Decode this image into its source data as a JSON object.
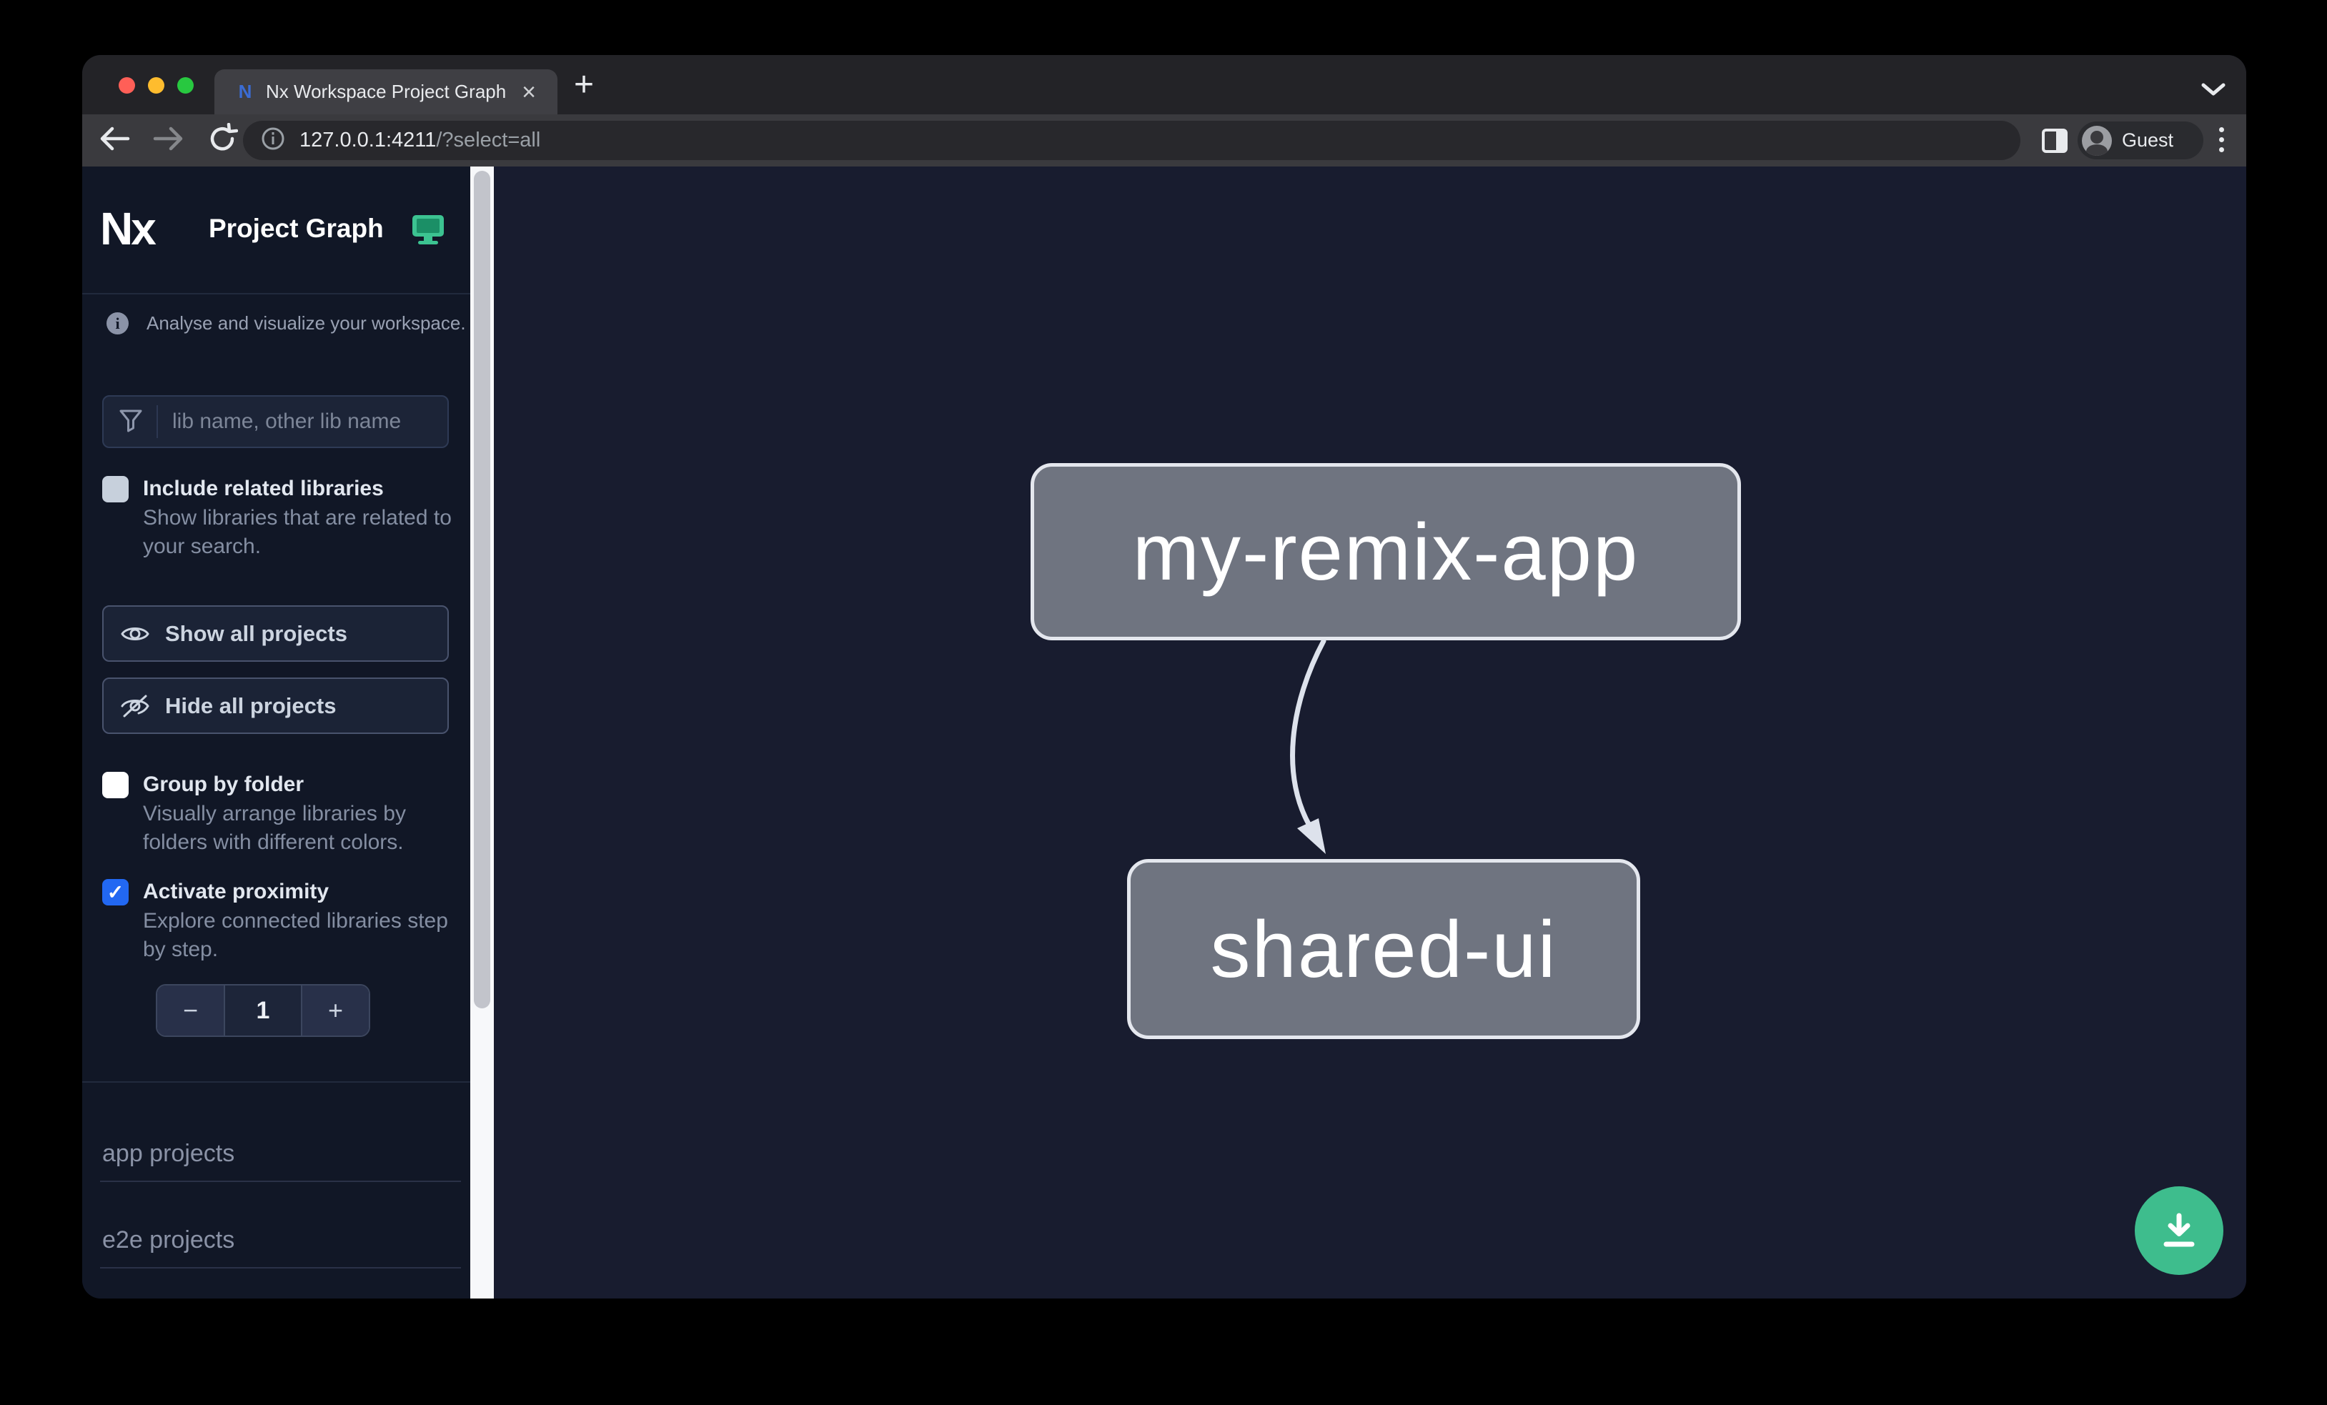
{
  "browser": {
    "tab": {
      "title": "Nx Workspace Project Graph",
      "close_glyph": "×",
      "new_tab_glyph": "+"
    },
    "address": {
      "host": "127.0.0.1:4211",
      "rest": "/?select=all"
    },
    "profile_label": "Guest"
  },
  "sidebar": {
    "brand": {
      "logo_text": "Nx",
      "title": "Project Graph"
    },
    "tagline": "Analyse and visualize your workspace.",
    "info_glyph": "i",
    "search": {
      "placeholder": "lib name, other lib name"
    },
    "options": [
      {
        "label": "Include related libraries",
        "description": "Show libraries that are related to your search.",
        "checked": false
      },
      {
        "label": "Group by folder",
        "description": "Visually arrange libraries by folders with different colors.",
        "checked": false
      },
      {
        "label": "Activate proximity",
        "description": "Explore connected libraries step by step.",
        "checked": true,
        "check_glyph": "✓"
      }
    ],
    "buttons": {
      "show_all": "Show all projects",
      "hide_all": "Hide all projects"
    },
    "stepper": {
      "decrement": "−",
      "value": "1",
      "increment": "+"
    },
    "sections": [
      {
        "label": "app projects"
      },
      {
        "label": "e2e projects"
      }
    ]
  },
  "graph": {
    "nodes": [
      {
        "id": "my-remix-app",
        "label": "my-remix-app"
      },
      {
        "id": "shared-ui",
        "label": "shared-ui"
      }
    ],
    "edges": [
      {
        "from": "my-remix-app",
        "to": "shared-ui"
      }
    ]
  },
  "colors": {
    "accent_green": "#3ebd8d",
    "monitor_icon_green": "#3cc391",
    "checkbox_blue": "#2268f2",
    "node_fill": "#6f7480",
    "node_border": "#e4e7ee",
    "edge": "#dde2ec",
    "traffic_red": "#ff5f57",
    "traffic_yellow": "#febc2e",
    "traffic_green": "#28c840"
  }
}
